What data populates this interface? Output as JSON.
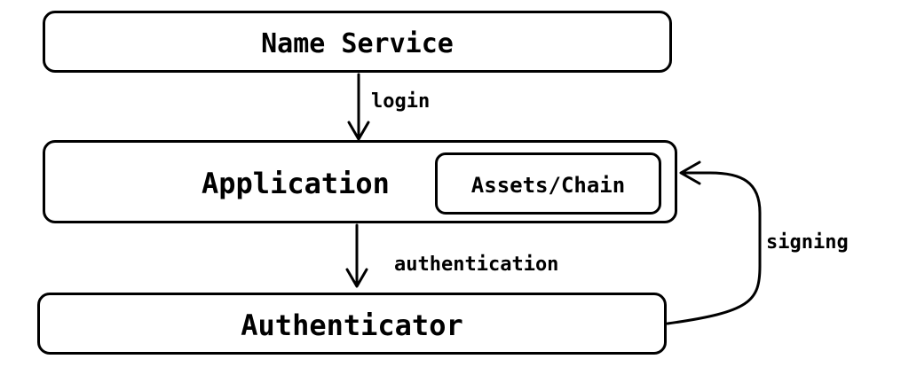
{
  "nodes": {
    "name_service": "Name Service",
    "application": "Application",
    "assets_chain": "Assets/Chain",
    "authenticator": "Authenticator"
  },
  "edges": {
    "login": "login",
    "authentication": "authentication",
    "signing": "signing"
  }
}
